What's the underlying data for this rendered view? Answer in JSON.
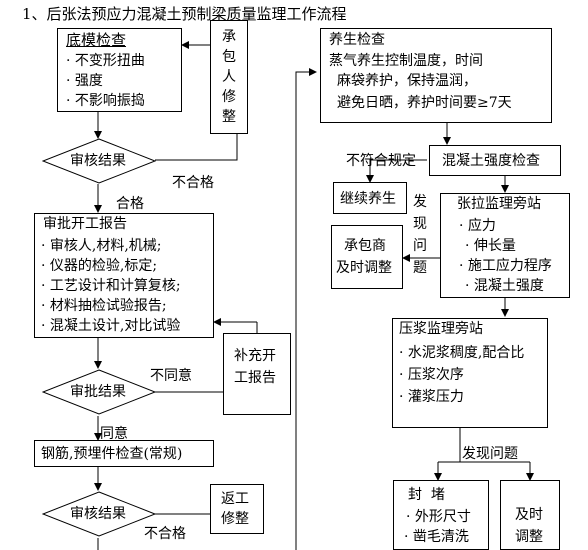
{
  "title": "1、后张法预应力混凝土预制梁质量监理工作流程",
  "inspection_box": {
    "title": "底模检查",
    "items": [
      "· 不变形扭曲",
      "· 强度",
      "· 不影响振捣"
    ]
  },
  "contractor_fix": [
    "承",
    "包",
    "人",
    "修",
    "整"
  ],
  "review1": {
    "label": "审核结果",
    "fail": "不合格",
    "pass": "合格"
  },
  "approval_box": {
    "title": "审批开工报告",
    "items": [
      "· 审核人,材料,机械;",
      "· 仪器的检验,标定;",
      "· 工艺设计和计算复核;",
      "· 材料抽检试验报告;",
      "· 混凝土设计,对比试验"
    ]
  },
  "supplement_box": [
    "补充开",
    "工报告"
  ],
  "approval_result": {
    "label": "审批结果",
    "disagree": "不同意",
    "agree": "同意"
  },
  "rebar_check": "钢筋,预埋件检查(常规)",
  "review2": {
    "label": "审核结果",
    "fail": "不合格"
  },
  "rework_box": [
    "返工",
    "修整"
  ],
  "curing_box": {
    "title": "养生检查",
    "lines": [
      "蒸气养生控制温度，时间",
      "麻袋养护，保持温润，",
      "避免日晒，养护时间要≥7天"
    ]
  },
  "non_compliant": "不符合规定",
  "strength_check": "混凝土强度检查",
  "continue_curing": "继续养生",
  "found_problem_vertical": [
    "发",
    "现",
    "问",
    "题"
  ],
  "contractor_adjust": [
    "承包商",
    "及时调整"
  ],
  "tension_box": {
    "title": "张拉监理旁站",
    "items": [
      "· 应力",
      "· 伸长量",
      "· 施工应力程序",
      "· 混凝土强度"
    ]
  },
  "grouting_box": {
    "title": "压浆监理旁站",
    "items": [
      "· 水泥浆稠度,配合比",
      "· 压浆次序",
      "· 灌浆压力"
    ]
  },
  "found_problem": "发现问题",
  "sealing_box": {
    "title": "封  堵",
    "items": [
      "· 外形尺寸",
      "· 凿毛清洗"
    ]
  },
  "timely_adjust": [
    "及时",
    "调整"
  ]
}
